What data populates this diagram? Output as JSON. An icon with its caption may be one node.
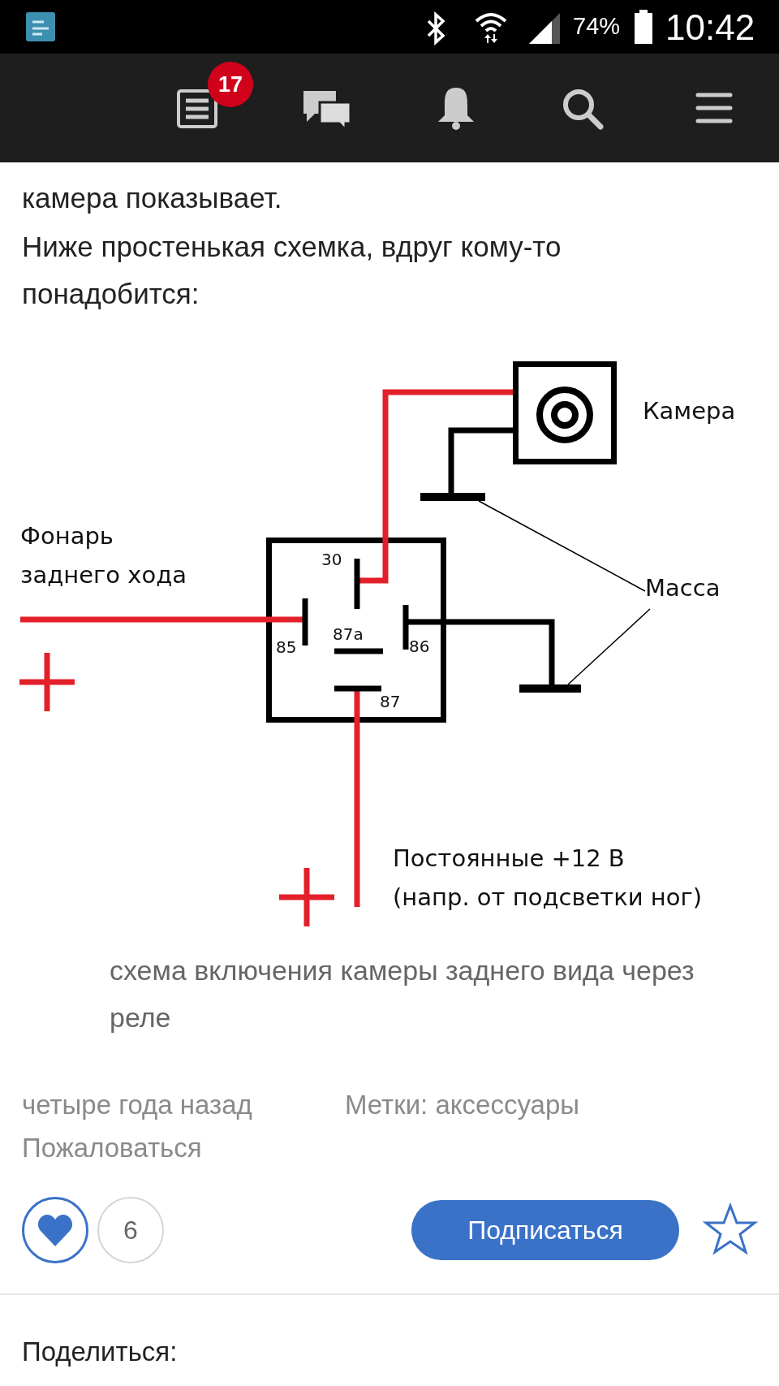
{
  "diagram": {
    "caption": "схема включения камеры заднего вида через реле",
    "nodes": [
      {
        "text": [
          "30",
          "87a",
          "85",
          "86",
          "87"
        ]
      },
      {
        "text": [],
        "shape": "box",
        "beside": [
          "Камера"
        ]
      },
      {
        "text": [
          "Фонарь заднего хода"
        ]
      },
      {
        "text": [
          "Постоянные +12 В (напр. от подсветки ног)"
        ]
      },
      {
        "text": [],
        "shape": "bar"
      },
      {
        "text": [],
        "shape": "bar"
      },
      {
        "text": [
          "Масса"
        ]
      }
    ],
    "edges": [
      {
        "from": 2,
        "to": 0,
        "arrow": "none",
        "color": "#e3202a"
      },
      {
        "from": 0,
        "to": 1,
        "arrow": "none",
        "color": "#e3202a"
      },
      {
        "from": 1,
        "to": 4,
        "arrow": "none"
      },
      {
        "from": 0,
        "to": 5,
        "arrow": "none"
      },
      {
        "from": 3,
        "to": 0,
        "arrow": "none",
        "color": "#e3202a"
      },
      {
        "from": 6,
        "to": 4,
        "arrow": "none"
      },
      {
        "from": 6,
        "to": 5,
        "arrow": "none"
      }
    ],
    "labels": [
      "74%",
      "10:42",
      "17",
      "камера показывает.",
      "Ниже простенькая схемка, вдруг кому-то понадобится:",
      "четыре года назад",
      "Метки: аксессуары",
      "Пожаловаться",
      "6",
      "Подписаться",
      "Поделиться:"
    ]
  }
}
